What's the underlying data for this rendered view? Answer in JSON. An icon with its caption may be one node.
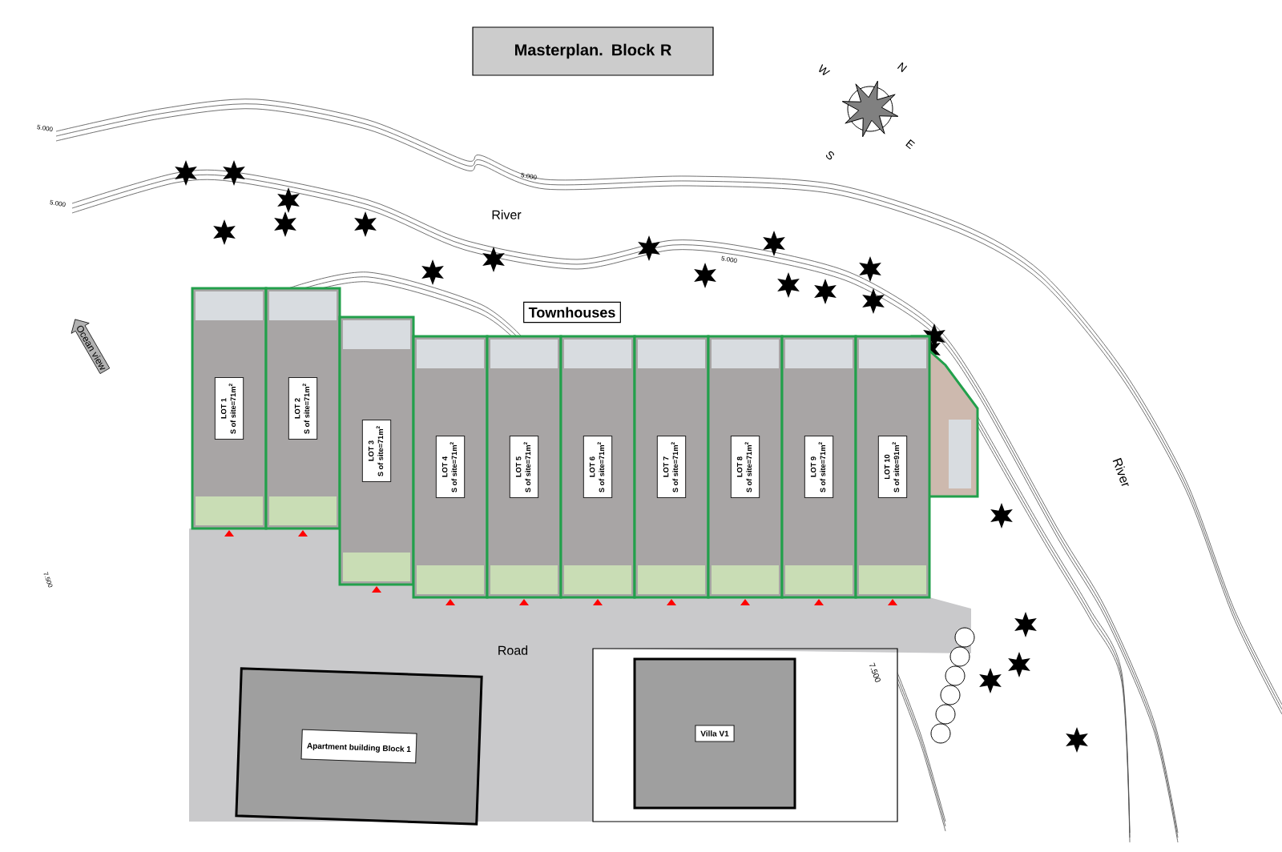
{
  "diagram": {
    "title": "Masterplan. Block R",
    "nodes": [
      {
        "text": [
          "Ocean view"
        ]
      },
      {
        "text": [
          "Townhouses"
        ]
      },
      {
        "text": [
          "LOT 1",
          "S of site=71m$^{2}$"
        ]
      },
      {
        "text": [
          "LOT 2",
          "S of site=71m$^{2}$"
        ]
      },
      {
        "text": [
          "LOT 3",
          "S of site=71m$^{2}$"
        ]
      },
      {
        "text": [
          "LOT 4",
          "S of site=71m$^{2}$"
        ]
      },
      {
        "text": [
          "LOT 5",
          "S of site=71m$^{2}$"
        ]
      },
      {
        "text": [
          "LOT 6",
          "S of site=71m$^{2}$"
        ]
      },
      {
        "text": [
          "LOT 7",
          "S of site=71m$^{2}$"
        ]
      },
      {
        "text": [
          "LOT 8",
          "S of site=71m$^{2}$"
        ]
      },
      {
        "text": [
          "LOT 9",
          "S of site=71m$^{2}$"
        ]
      },
      {
        "text": [
          "LOT 10",
          "S of site=91m$^{2}$"
        ]
      },
      {
        "text": [
          "Apartment building Block 1"
        ]
      },
      {
        "text": [
          "Villa V1"
        ]
      }
    ],
    "labels": [
      "W",
      "N",
      "S",
      "E",
      "5.000",
      "5.000",
      "River",
      "5.000",
      "5.000",
      "River",
      "Road",
      "7.500",
      "7.500"
    ]
  }
}
